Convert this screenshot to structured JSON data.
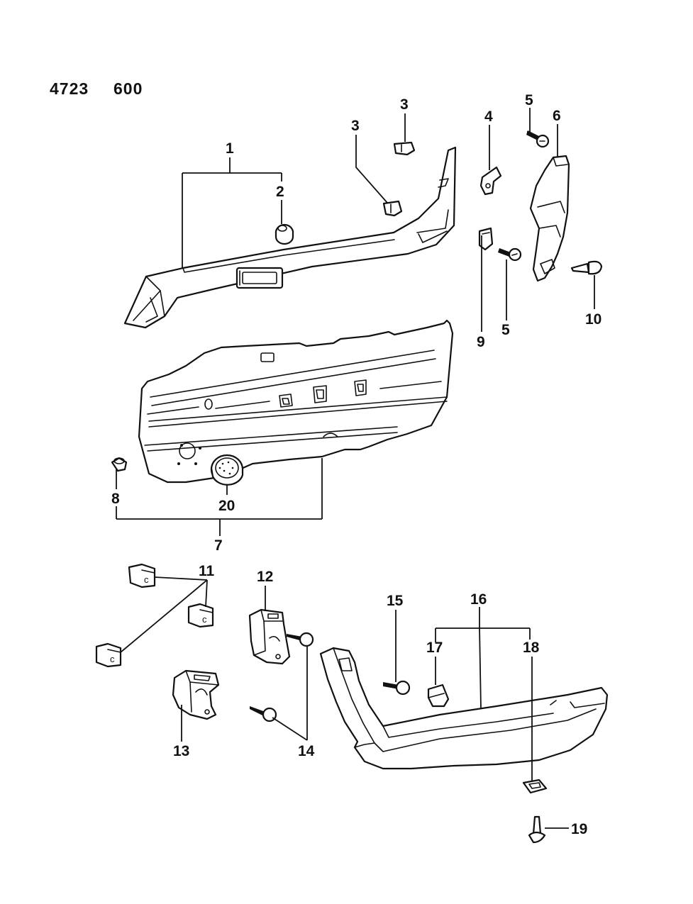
{
  "header": {
    "code": "4723",
    "page": "600"
  },
  "callouts": {
    "c1": "1",
    "c2": "2",
    "c3a": "3",
    "c3b": "3",
    "c4": "4",
    "c5a": "5",
    "c5b": "5",
    "c6": "6",
    "c7": "7",
    "c8": "8",
    "c9": "9",
    "c10": "10",
    "c11": "11",
    "c12": "12",
    "c13": "13",
    "c14": "14",
    "c15": "15",
    "c16": "16",
    "c17": "17",
    "c18": "18",
    "c19": "19",
    "c20": "20"
  }
}
